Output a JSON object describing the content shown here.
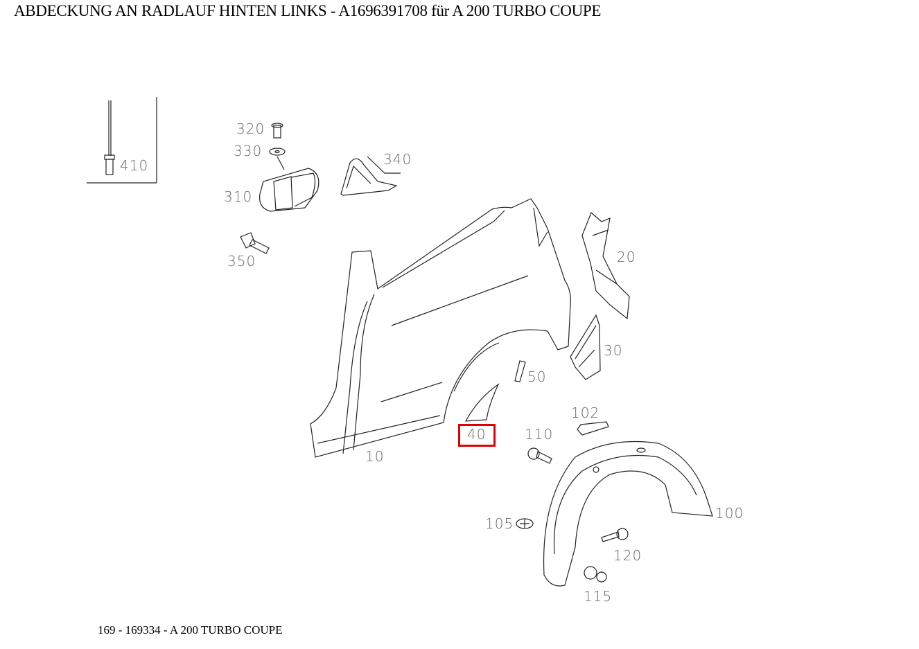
{
  "title": "ABDECKUNG AN RADLAUF HINTEN LINKS - A1696391708 für A 200 TURBO COUPE",
  "footer": "169 - 169334 - A 200 TURBO COUPE",
  "highlight_color": "#e00000",
  "callouts": {
    "p410": "410",
    "p320": "320",
    "p330": "330",
    "p340": "340",
    "p310": "310",
    "p350": "350",
    "p20": "20",
    "p30": "30",
    "p50": "50",
    "p40": "40",
    "p102": "102",
    "p110": "110",
    "p10": "10",
    "p100": "100",
    "p105": "105",
    "p120": "120",
    "p115": "115"
  },
  "selected_part": "40"
}
